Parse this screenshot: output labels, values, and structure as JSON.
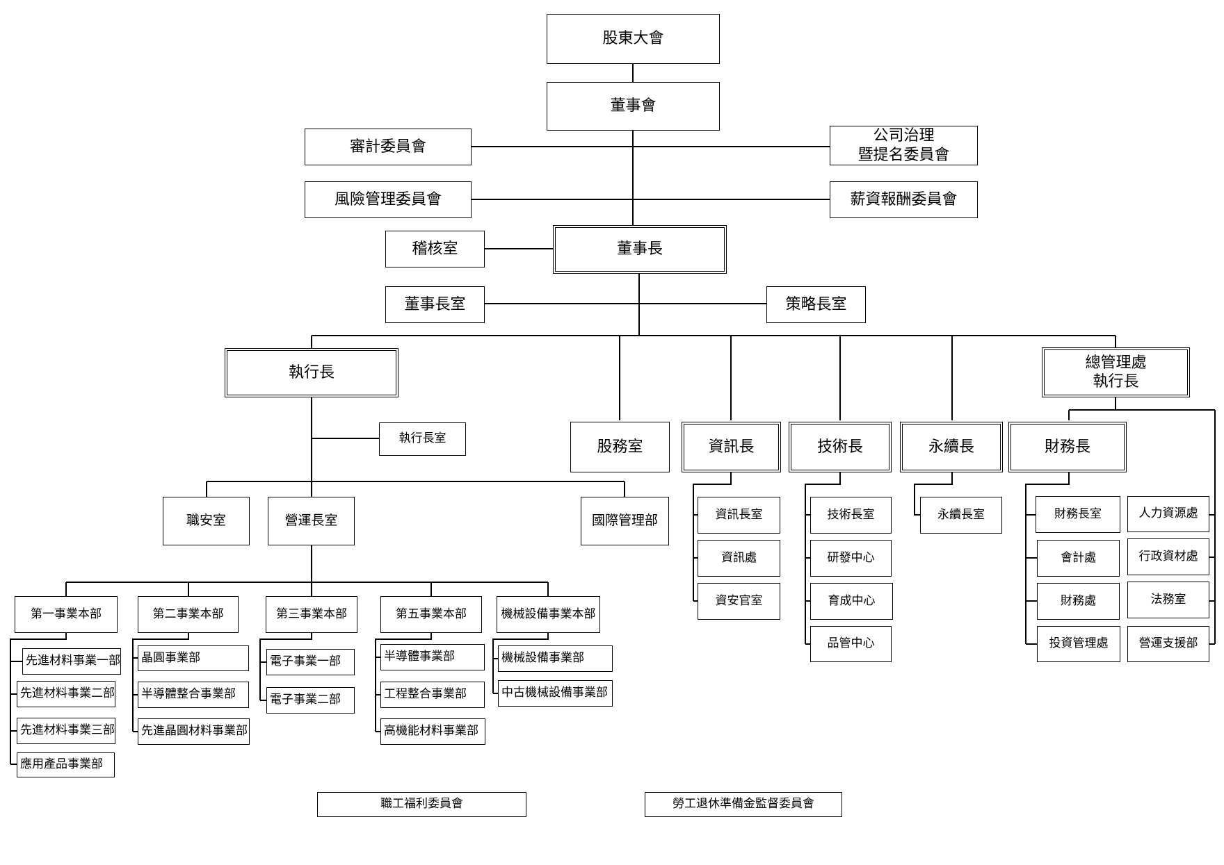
{
  "top": {
    "shareholders": "股東大會",
    "board": "董事會",
    "audit_committee": "審計委員會",
    "governance_committee": "公司治理\n暨提名委員會",
    "risk_committee": "風險管理委員會",
    "remuneration_committee": "薪資報酬委員會",
    "audit_office": "稽核室",
    "chairman": "董事長",
    "chairman_office": "董事長室",
    "strategy_office": "策略長室"
  },
  "level2": {
    "ceo": "執行長",
    "ceo_office": "執行長室",
    "stock_affairs": "股務室",
    "cio": "資訊長",
    "cto": "技術長",
    "cso": "永續長",
    "gm_ceo": "總管理處\n執行長",
    "cfo": "財務長"
  },
  "ceo_branch": {
    "safety_office": "職安室",
    "coo_office": "營運長室",
    "intl_mgmt": "國際管理部"
  },
  "business_units": [
    {
      "name": "第一事業本部",
      "subs": [
        "先進材料事業一部",
        "先進材料事業二部",
        "先進材料事業三部",
        "應用產品事業部"
      ]
    },
    {
      "name": "第二事業本部",
      "subs": [
        "晶圓事業部",
        "半導體整合事業部",
        "先進晶圓材料事業部"
      ]
    },
    {
      "name": "第三事業本部",
      "subs": [
        "電子事業一部",
        "電子事業二部"
      ]
    },
    {
      "name": "第五事業本部",
      "subs": [
        "半導體事業部",
        "工程整合事業部",
        "高機能材料事業部"
      ]
    },
    {
      "name": "機械設備事業本部",
      "subs": [
        "機械設備事業部",
        "中古機械設備事業部"
      ]
    }
  ],
  "cio_units": [
    "資訊長室",
    "資訊處",
    "資安官室"
  ],
  "cto_units": [
    "技術長室",
    "研發中心",
    "育成中心",
    "品管中心"
  ],
  "cso_units": [
    "永續長室"
  ],
  "cfo_units": [
    "財務長室",
    "會計處",
    "財務處",
    "投資管理處"
  ],
  "gm_units": [
    "人力資源處",
    "行政資材處",
    "法務室",
    "營運支援部"
  ],
  "committees": {
    "welfare": "職工福利委員會",
    "pension": "勞工退休準備金監督委員會"
  }
}
